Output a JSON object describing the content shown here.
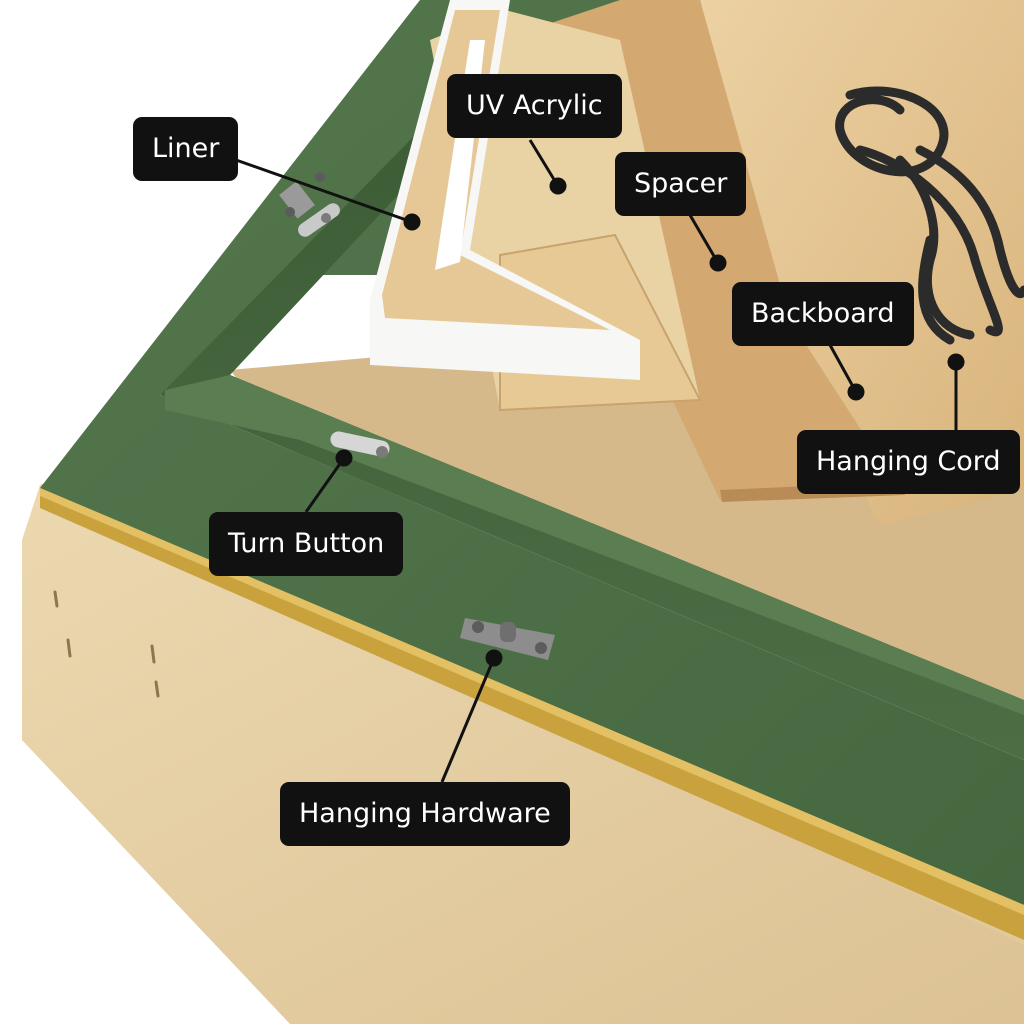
{
  "labels": {
    "liner": "Liner",
    "uv_acrylic": "UV Acrylic",
    "spacer": "Spacer",
    "backboard": "Backboard",
    "hanging_cord": "Hanging Cord",
    "turn_button": "Turn Button",
    "hanging_hardware": "Hanging Hardware"
  },
  "colors": {
    "frame_green": "#4f7048",
    "frame_green_dark": "#3f5f39",
    "gold_edge": "#c9a23e",
    "cardboard": "#e9d3a8",
    "wood": "#e3c08c",
    "acrylic_film": "#e6cfa2",
    "liner_white": "#f7f7f5",
    "cord": "#2b2b2b",
    "label_bg": "#111111",
    "label_text": "#ffffff"
  }
}
